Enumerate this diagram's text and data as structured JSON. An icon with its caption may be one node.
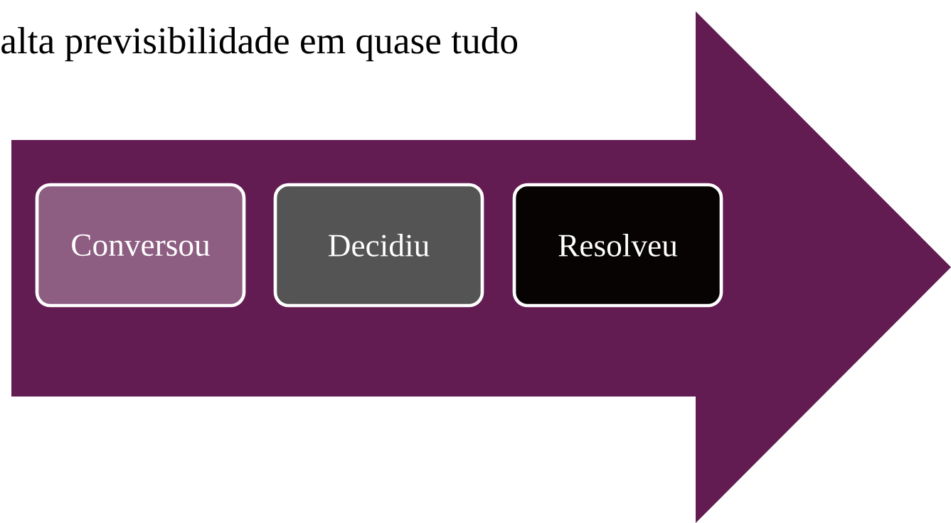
{
  "diagram": {
    "nodes": [
      {
        "text": [],
        "shape": "arrow"
      },
      {
        "text": [
          "Conversou"
        ],
        "in": 0
      },
      {
        "text": [
          "Decidiu"
        ],
        "in": 0
      },
      {
        "text": [
          "Resolveu"
        ],
        "in": 0
      }
    ],
    "labels": [
      "alta previsibilidade em quase tudo"
    ]
  }
}
